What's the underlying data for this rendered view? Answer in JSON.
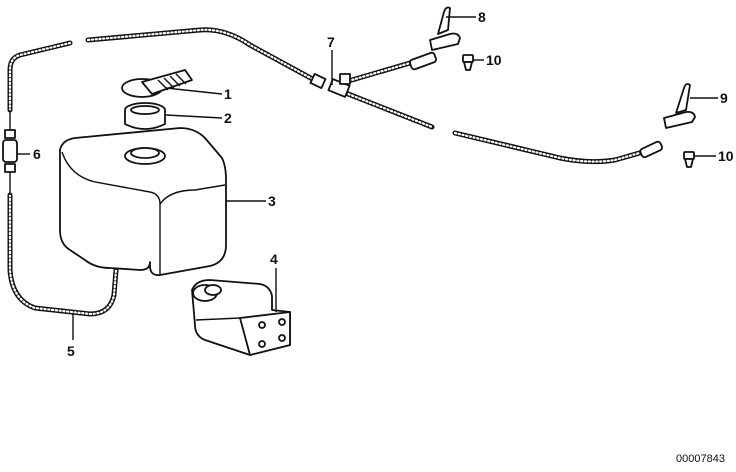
{
  "callouts": [
    {
      "key": "1",
      "text": "1"
    },
    {
      "key": "2",
      "text": "2"
    },
    {
      "key": "3",
      "text": "3"
    },
    {
      "key": "4",
      "text": "4"
    },
    {
      "key": "5",
      "text": "5"
    },
    {
      "key": "6",
      "text": "6"
    },
    {
      "key": "7",
      "text": "7"
    },
    {
      "key": "8",
      "text": "8"
    },
    {
      "key": "9",
      "text": "9"
    },
    {
      "key": "10a",
      "text": "10"
    },
    {
      "key": "10b",
      "text": "10"
    }
  ],
  "document_number": "00007843",
  "colors": {
    "ink": "#111111",
    "background": "#ffffff"
  }
}
